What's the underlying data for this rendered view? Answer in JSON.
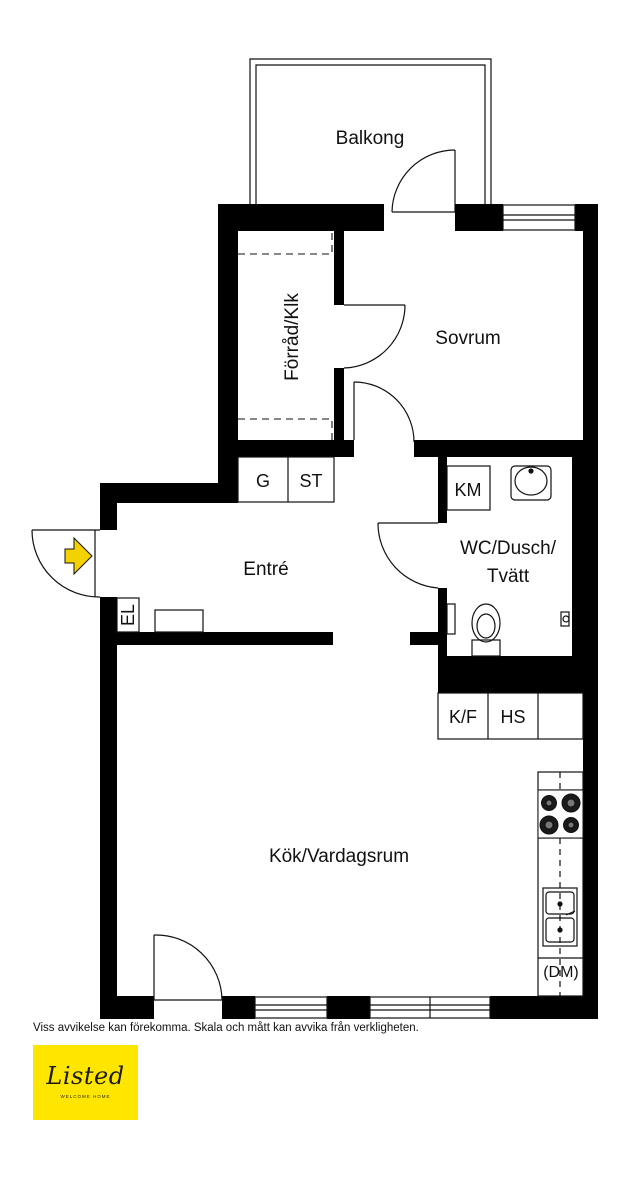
{
  "rooms": {
    "balcony": "Balkong",
    "bedroom": "Sovrum",
    "storage": "Förråd/Klk",
    "hall": "Entré",
    "bathroom_line1": "WC/Dusch/",
    "bathroom_line2": "Tvätt",
    "kitchen_living": "Kök/Vardagsrum"
  },
  "fixtures": {
    "g": "G",
    "st": "ST",
    "km": "KM",
    "el": "EL",
    "kf": "K/F",
    "hs": "HS",
    "dm": "(DM)"
  },
  "disclaimer": "Viss avvikelse kan förekomma. Skala och mått kan avvika från verkligheten.",
  "logo": {
    "word": "Listed",
    "tagline": "WELCOME HOME"
  },
  "colors": {
    "wall": "#000000",
    "entrance_arrow": "#f2d200",
    "logo_bg": "#ffe600"
  }
}
